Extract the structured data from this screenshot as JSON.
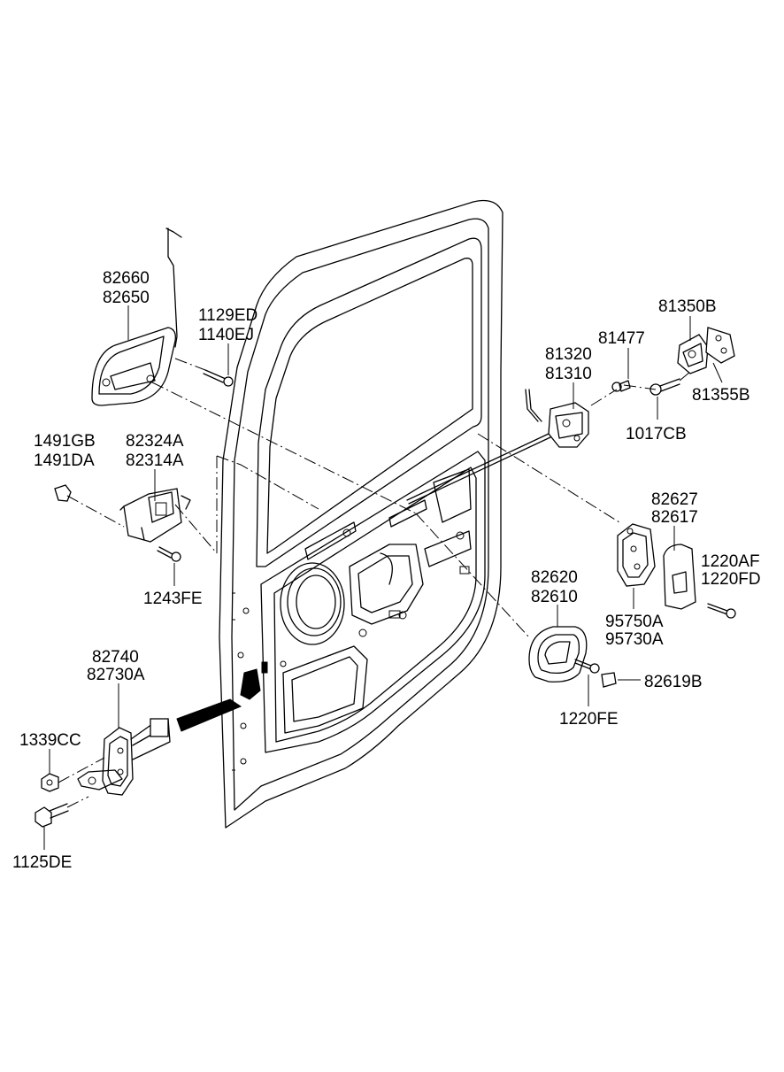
{
  "labels": {
    "p82660": "82660",
    "p82650": "82650",
    "p1129ED": "1129ED",
    "p1140EJ": "1140EJ",
    "p81350B": "81350B",
    "p81477": "81477",
    "p81320": "81320",
    "p81310": "81310",
    "p81355B": "81355B",
    "p1017CB": "1017CB",
    "p1491GB": "1491GB",
    "p1491DA": "1491DA",
    "p82324A": "82324A",
    "p82314A": "82314A",
    "p1243FE": "1243FE",
    "p82627": "82627",
    "p82617": "82617",
    "p1220AF": "1220AF",
    "p1220FD": "1220FD",
    "p82620": "82620",
    "p82610": "82610",
    "p95750A": "95750A",
    "p95730A": "95730A",
    "p82619B": "82619B",
    "p1220FE": "1220FE",
    "p82740": "82740",
    "p82730A": "82730A",
    "p1339CC": "1339CC",
    "p1125DE": "1125DE"
  }
}
